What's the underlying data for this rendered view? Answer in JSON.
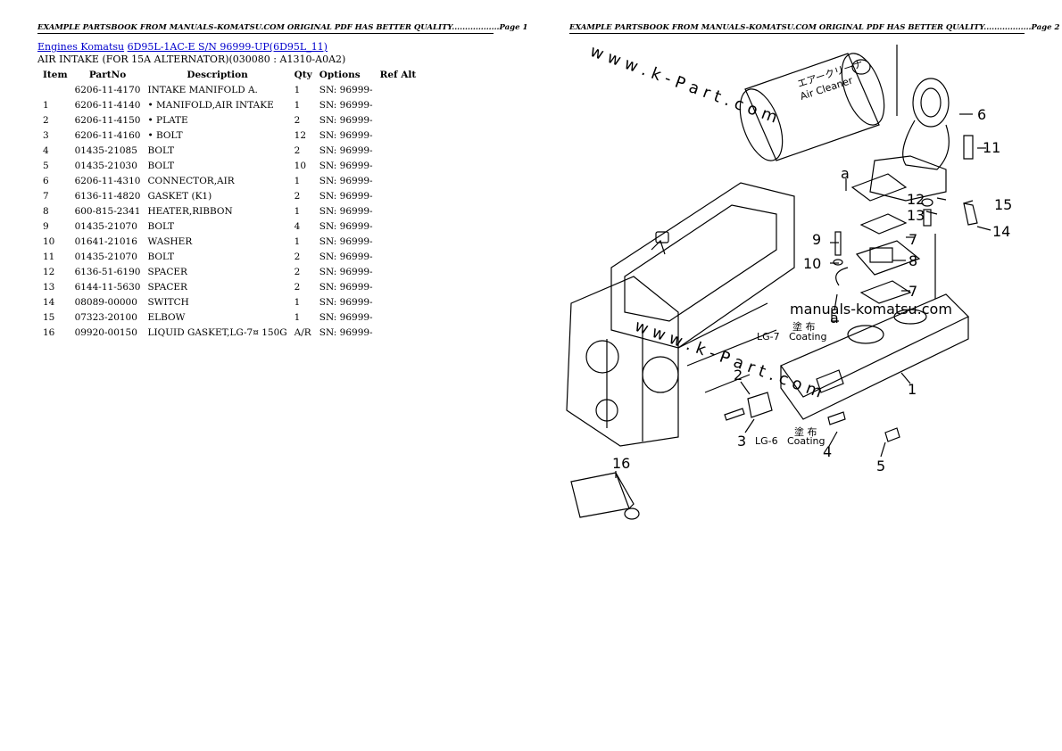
{
  "header": {
    "page1": "EXAMPLE PARTSBOOK FROM MANUALS-KOMATSU.COM ORIGINAL PDF HAS BETTER QUALITY..................Page 1",
    "page2": "EXAMPLE PARTSBOOK FROM MANUALS-KOMATSU.COM ORIGINAL PDF HAS BETTER QUALITY..................Page 2"
  },
  "breadcrumb": {
    "link1": "Engines Komatsu",
    "link2": "6D95L-1AC-E S/N 96999-UP(6D95L_11)"
  },
  "subtitle": "AIR INTAKE (FOR 15A ALTERNATOR)(030080 : A1310-A0A2)",
  "table": {
    "headers": [
      "Item",
      "PartNo",
      "Description",
      "Qty",
      "Options",
      "Ref Alt"
    ],
    "rows": [
      [
        "",
        "6206-11-4170",
        "INTAKE MANIFOLD A.",
        "1",
        "SN: 96999-",
        ""
      ],
      [
        "1",
        "6206-11-4140",
        "• MANIFOLD,AIR INTAKE",
        "1",
        "SN: 96999-",
        ""
      ],
      [
        "2",
        "6206-11-4150",
        "• PLATE",
        "2",
        "SN: 96999-",
        ""
      ],
      [
        "3",
        "6206-11-4160",
        "• BOLT",
        "12",
        "SN: 96999-",
        ""
      ],
      [
        "4",
        "01435-21085",
        "BOLT",
        "2",
        "SN: 96999-",
        ""
      ],
      [
        "5",
        "01435-21030",
        "BOLT",
        "10",
        "SN: 96999-",
        ""
      ],
      [
        "6",
        "6206-11-4310",
        "CONNECTOR,AIR",
        "1",
        "SN: 96999-",
        ""
      ],
      [
        "7",
        "6136-11-4820",
        "GASKET (K1)",
        "2",
        "SN: 96999-",
        ""
      ],
      [
        "8",
        "600-815-2341",
        "HEATER,RIBBON",
        "1",
        "SN: 96999-",
        ""
      ],
      [
        "9",
        "01435-21070",
        "BOLT",
        "4",
        "SN: 96999-",
        ""
      ],
      [
        "10",
        "01641-21016",
        "WASHER",
        "1",
        "SN: 96999-",
        ""
      ],
      [
        "11",
        "01435-21070",
        "BOLT",
        "2",
        "SN: 96999-",
        ""
      ],
      [
        "12",
        "6136-51-6190",
        "SPACER",
        "2",
        "SN: 96999-",
        ""
      ],
      [
        "13",
        "6144-11-5630",
        "SPACER",
        "2",
        "SN: 96999-",
        ""
      ],
      [
        "14",
        "08089-00000",
        "SWITCH",
        "1",
        "SN: 96999-",
        ""
      ],
      [
        "15",
        "07323-20100",
        "ELBOW",
        "1",
        "SN: 96999-",
        ""
      ],
      [
        "16",
        "09920-00150",
        "LIQUID GASKET,LG-7¤ 150G",
        "A/R",
        "SN: 96999-",
        ""
      ]
    ]
  },
  "diagram": {
    "watermark_top": "w w w . k - P a r t . c o m",
    "watermark_mid": "w w w . k - P a r t . c o m",
    "site": "manuals-komatsu.com",
    "air_cleaner_jp": "エアークリーナ",
    "air_cleaner_en": "Air Cleaner",
    "coating_jp": "塗 布",
    "coating_en": "Coating",
    "lg7": "LG-7",
    "lg6": "LG-6",
    "callouts": [
      "1",
      "2",
      "3",
      "4",
      "5",
      "6",
      "7",
      "7",
      "8",
      "9",
      "10",
      "11",
      "12",
      "13",
      "14",
      "15",
      "16",
      "a",
      "a"
    ]
  }
}
